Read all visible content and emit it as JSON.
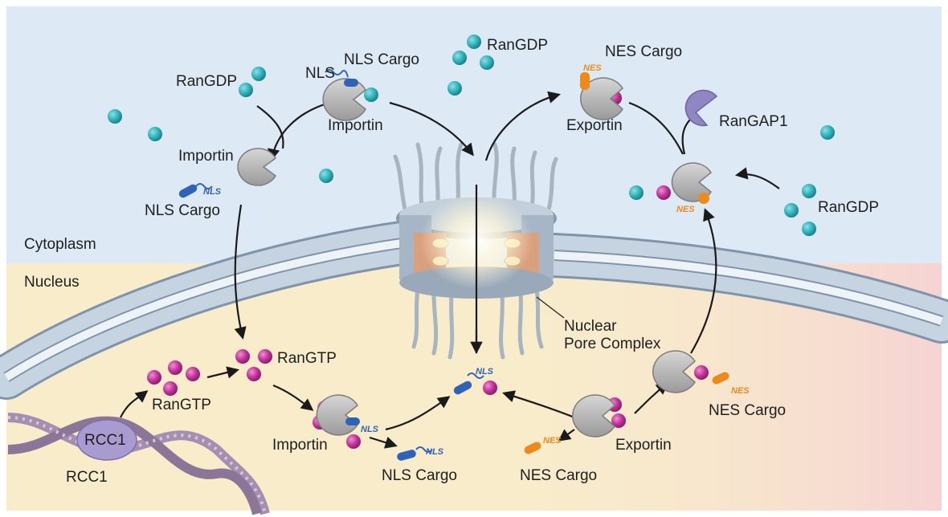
{
  "regions": {
    "cytoplasm": "Cytoplasm",
    "nucleus": "Nucleus"
  },
  "labels": {
    "ran_gdp_topleft": "RanGDP",
    "ran_gdp_topcenter": "RanGDP",
    "ran_gdp_right": "RanGDP",
    "nls_cargo_top": "NLS Cargo",
    "nls_top": "NLS",
    "importin_top": "Importin",
    "importin_left": "Importin",
    "nls_cargo_left": "NLS Cargo",
    "nes_cargo_top": "NES Cargo",
    "exportin_top": "Exportin",
    "rangap1": "RanGAP1",
    "ran_gtp_center": "RanGTP",
    "ran_gtp_left": "RanGTP",
    "rcc1_blob": "RCC1",
    "rcc1_below": "RCC1",
    "importin_bottom": "Importin",
    "nls_cargo_bottom": "NLS Cargo",
    "exportin_bottom": "Exportin",
    "nes_cargo_bottom": "NES Cargo",
    "nes_cargo_right": "NES Cargo",
    "npc_line1": "Nuclear",
    "npc_line2": "Pore Complex"
  },
  "tags": {
    "nls": "NLS",
    "nes": "NES"
  },
  "colors": {
    "cytoplasm_bg": "#dde9f4",
    "nucleus_bg": "#f8eccb",
    "nucleus_pink": "#f6d6d6",
    "ran_gdp": "#2fb3bb",
    "ran_gtp": "#c2339a",
    "importin": "#b8b8b8",
    "nls_cargo": "#2f63b8",
    "nes_cargo": "#ee8a1c",
    "rangap1": "#8f87c4",
    "rcc1": "#a99bd0",
    "membrane": "#b8c8d8"
  }
}
